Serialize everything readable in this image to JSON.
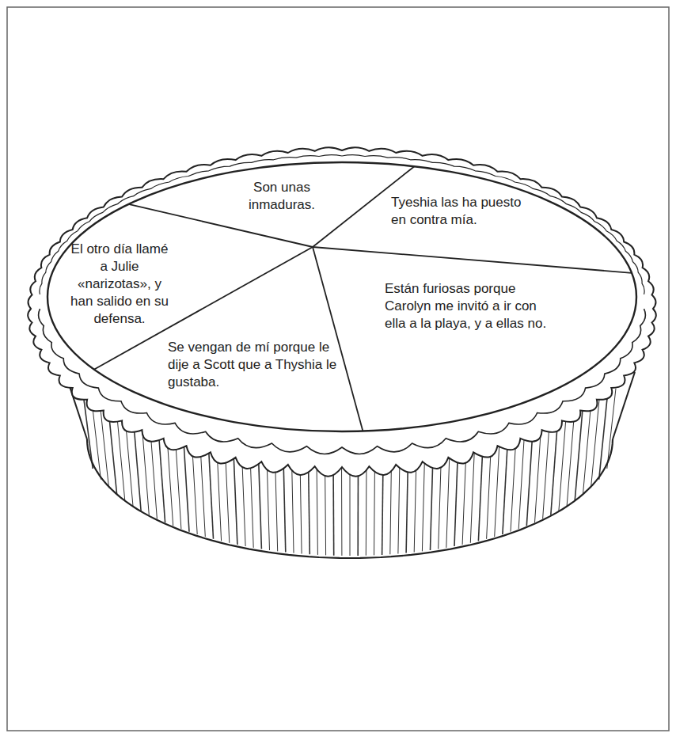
{
  "diagram": {
    "nodes": [
      {
        "text": [
          "Son unas inmaduras."
        ]
      },
      {
        "text": [
          "Tyeshia las ha puesto en contra mía."
        ]
      },
      {
        "text": [
          "El otro día llamé a Julie «narizotas», y han salido en su defensa."
        ]
      },
      {
        "text": [
          "Están furiosas porque Carolyn me invitó a ir con ella a la playa, y a ellas no."
        ]
      },
      {
        "text": [
          "Se vengan de mí porque le dije a Scott que a Thyshia le gustaba."
        ]
      }
    ]
  }
}
